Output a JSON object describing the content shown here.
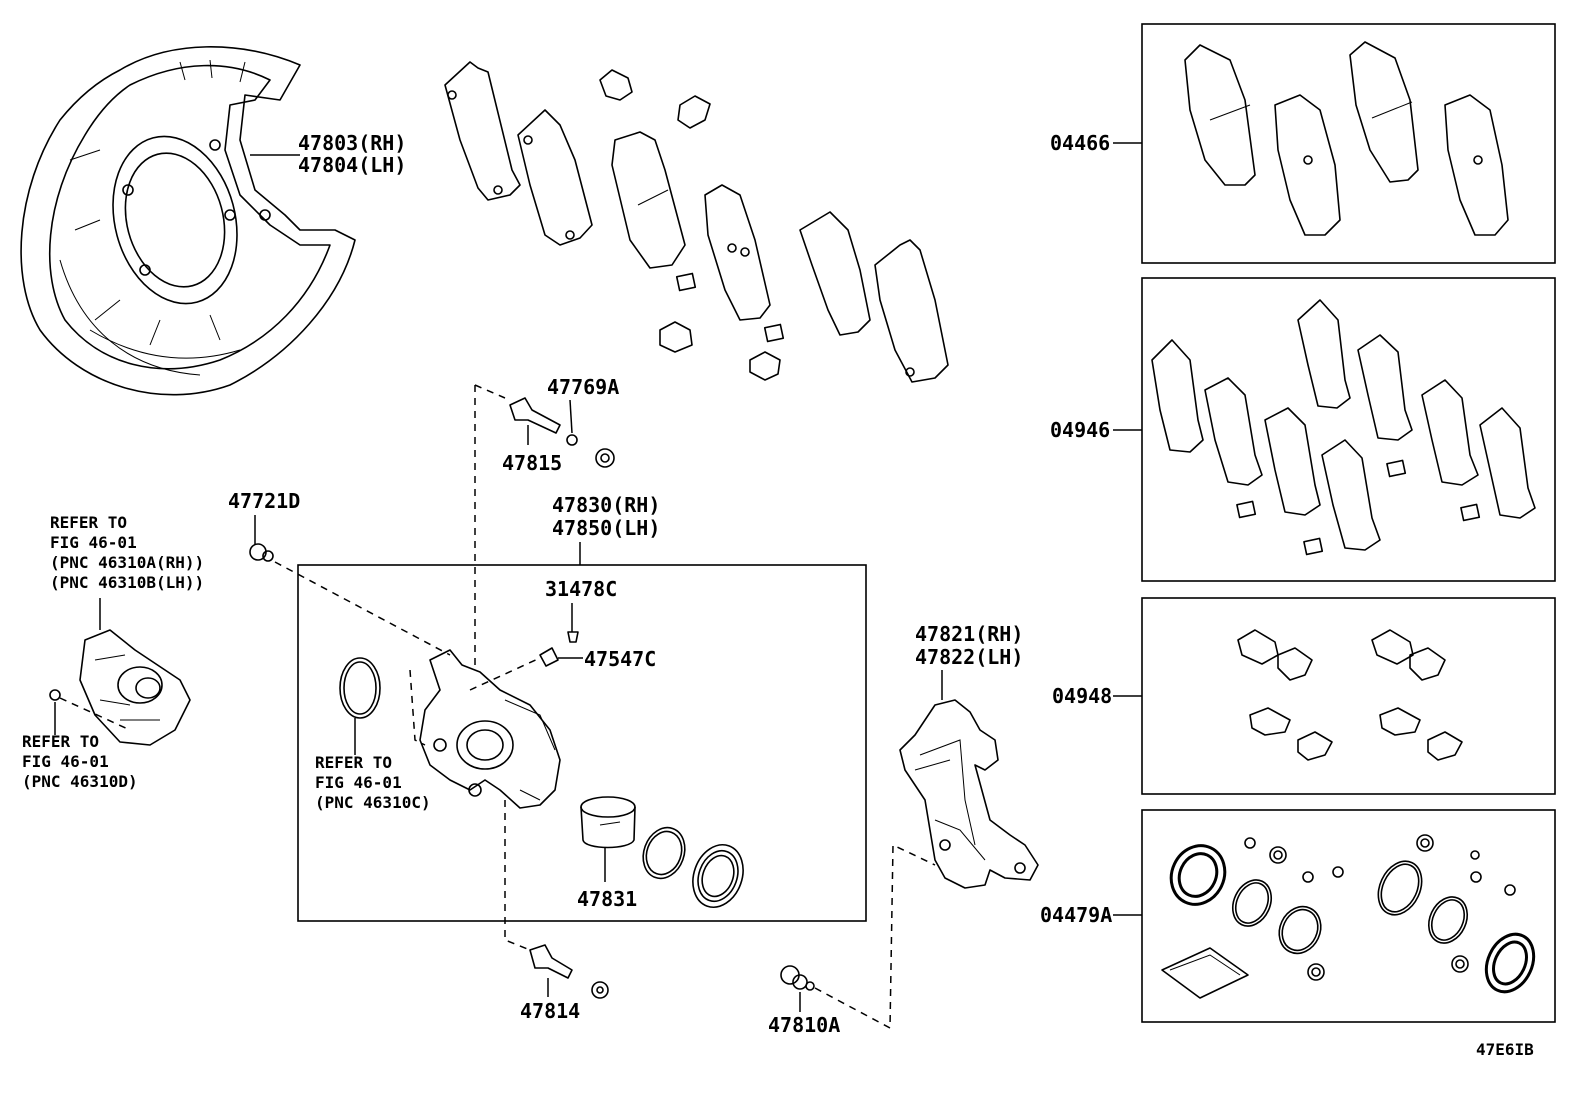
{
  "labels": {
    "p47803": "47803(RH)",
    "p47804": "47804(LH)",
    "p47769A": "47769A",
    "p47815": "47815",
    "p47721D": "47721D",
    "p47830": "47830(RH)",
    "p47850": "47850(LH)",
    "p31478C": "31478C",
    "p47547C": "47547C",
    "p47821": "47821(RH)",
    "p47822": "47822(LH)",
    "p47831": "47831",
    "p47814": "47814",
    "p47810A": "47810A",
    "p04466": "04466",
    "p04946": "04946",
    "p04948": "04948",
    "p04479A": "04479A",
    "code": "47E6IB"
  },
  "refers": {
    "ref1": [
      "REFER TO",
      "FIG 46-01",
      "(PNC 46310A(RH))",
      "(PNC 46310B(LH))"
    ],
    "ref2": [
      "REFER TO",
      "FIG 46-01",
      "(PNC 46310D)"
    ],
    "ref3": [
      "REFER TO",
      "FIG 46-01",
      "(PNC 46310C)"
    ]
  }
}
